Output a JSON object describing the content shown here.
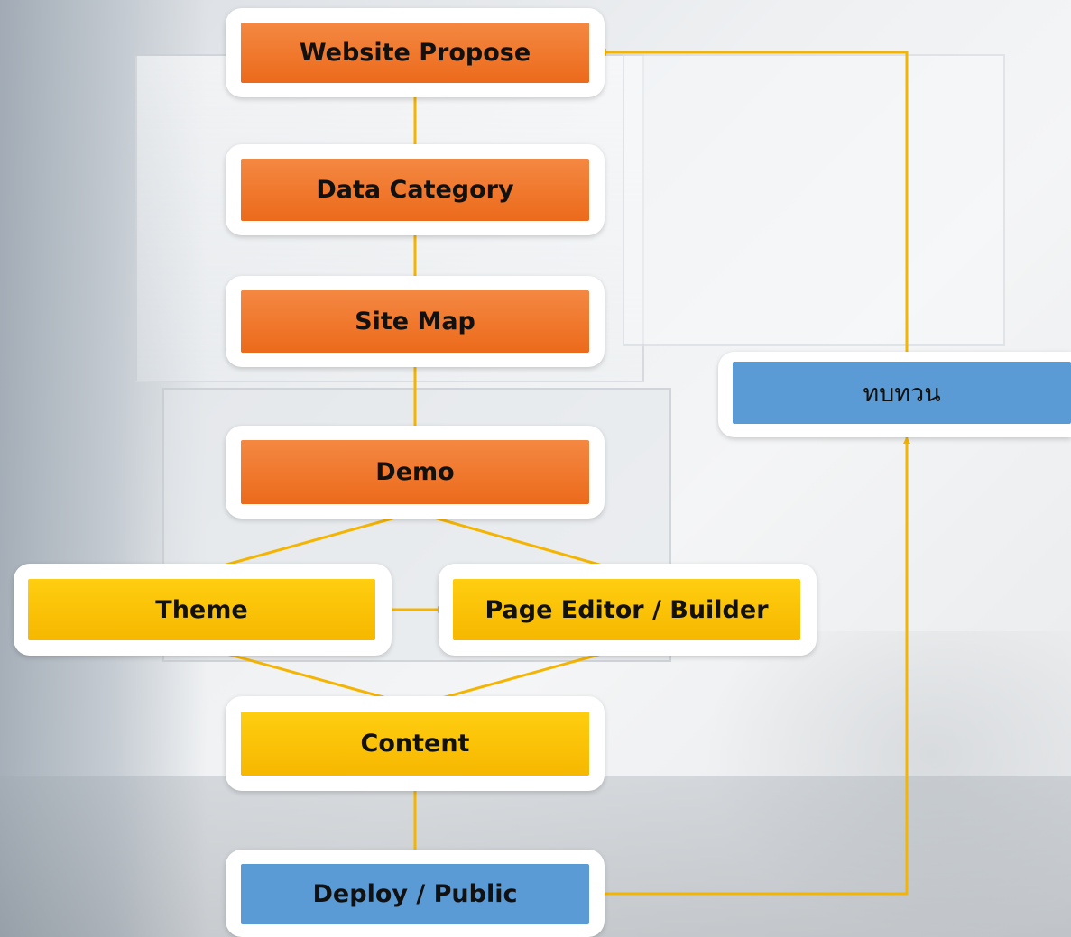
{
  "nodes": {
    "website_propose": "Website Propose",
    "data_category": "Data Category",
    "site_map": "Site Map",
    "demo": "Demo",
    "theme": "Theme",
    "page_editor": "Page Editor / Builder",
    "content": "Content",
    "deploy": "Deploy / Public",
    "review": "ทบทวน"
  },
  "colors": {
    "orange": "#ee7022",
    "yellow": "#fcc200",
    "blue": "#5b9bd5",
    "arrow": "#f5b400"
  }
}
